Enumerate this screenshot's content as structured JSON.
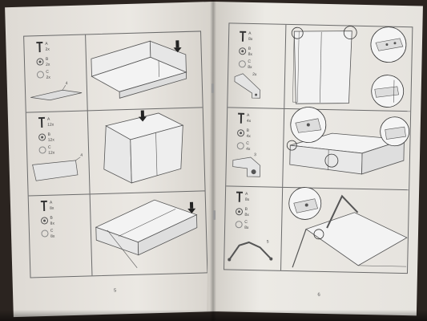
{
  "left_page": {
    "page_number": "5",
    "steps": [
      {
        "parts": [
          {
            "letter": "A",
            "qty": "2x"
          },
          {
            "letter": "B",
            "qty": "2x"
          },
          {
            "letter": "C",
            "qty": "2x"
          }
        ],
        "part_number": "4"
      },
      {
        "parts": [
          {
            "letter": "A",
            "qty": "12x"
          },
          {
            "letter": "B",
            "qty": "12x"
          },
          {
            "letter": "C",
            "qty": "12x"
          }
        ],
        "part_number": "4"
      },
      {
        "parts": [
          {
            "letter": "A",
            "qty": "8x"
          },
          {
            "letter": "B",
            "qty": "8x"
          },
          {
            "letter": "C",
            "qty": "8x"
          }
        ]
      }
    ]
  },
  "right_page": {
    "page_number": "6",
    "steps": [
      {
        "parts": [
          {
            "letter": "A",
            "qty": "8x"
          },
          {
            "letter": "B",
            "qty": "8x"
          },
          {
            "letter": "C",
            "qty": "8x"
          }
        ],
        "part_number": "2x"
      },
      {
        "parts": [
          {
            "letter": "A",
            "qty": "4x"
          },
          {
            "letter": "B",
            "qty": "4x"
          },
          {
            "letter": "C",
            "qty": "4x"
          }
        ],
        "part_number": "3"
      },
      {
        "parts": [
          {
            "letter": "A",
            "qty": "8x"
          },
          {
            "letter": "B",
            "qty": "8x"
          },
          {
            "letter": "C",
            "qty": "8x"
          }
        ],
        "part_number": "5"
      }
    ]
  }
}
